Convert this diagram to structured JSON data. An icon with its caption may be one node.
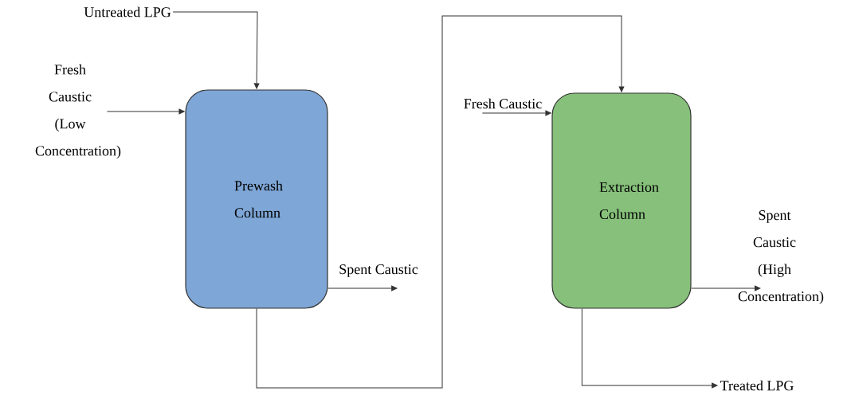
{
  "diagram": {
    "nodes": [
      {
        "text": [
          "Untreated LPG"
        ]
      },
      {
        "text": [
          "Fresh Caustic (Low Concentration)"
        ]
      },
      {
        "text": [
          "Prewash Column"
        ]
      },
      {
        "text": [
          "Spent Caustic"
        ]
      },
      {
        "text": [
          "Fresh Caustic"
        ]
      },
      {
        "text": [
          "Extraction Column"
        ]
      },
      {
        "text": [
          "Spent Caustic (High Concentration)"
        ]
      },
      {
        "text": [
          "Treated LPG"
        ]
      }
    ],
    "edges": [
      {
        "from": 0,
        "to": 2,
        "arrow": "to"
      },
      {
        "from": 1,
        "to": 2,
        "arrow": "to"
      },
      {
        "from": 2,
        "to": 3,
        "arrow": "to"
      },
      {
        "from": 2,
        "to": 5,
        "arrow": "to"
      },
      {
        "from": 4,
        "to": 5,
        "arrow": "to"
      },
      {
        "from": 5,
        "to": 6,
        "arrow": "to"
      },
      {
        "from": 5,
        "to": 7,
        "arrow": "to"
      }
    ]
  }
}
